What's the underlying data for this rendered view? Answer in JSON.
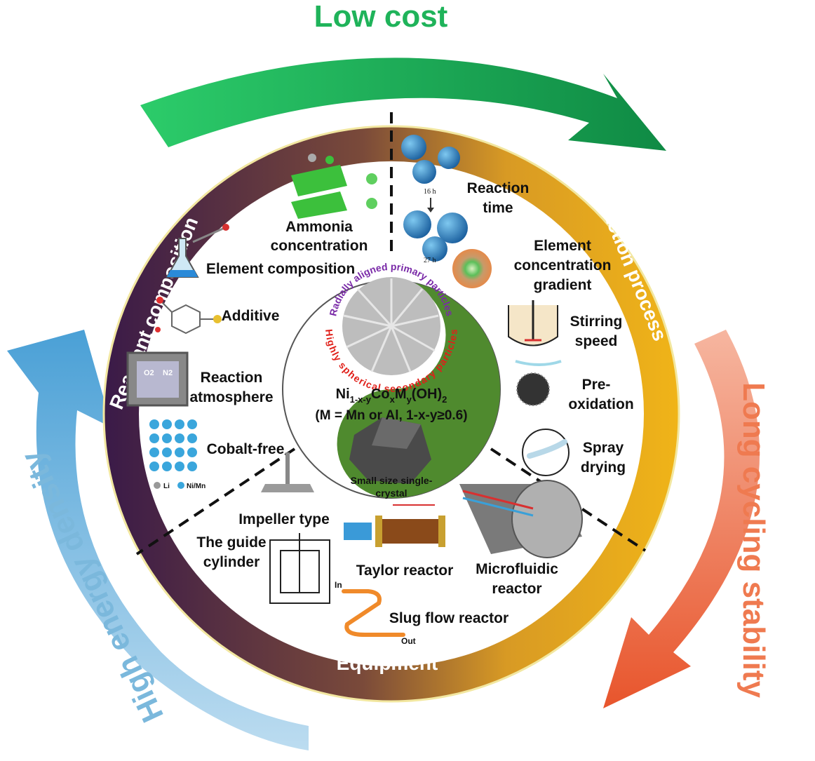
{
  "arrows": {
    "top": {
      "label": "Low cost",
      "color": "#1fb35a"
    },
    "right": {
      "label": "Long cycling stability",
      "color": "#ef7a50"
    },
    "left": {
      "label": "High energy density",
      "color": "#7bb8dc"
    }
  },
  "ring": {
    "reactant": {
      "label": "Reactant composition",
      "color": "#4a2250"
    },
    "process": {
      "label": "Reaction process",
      "color": "#e8a61c"
    },
    "equipment": {
      "label": "Equipment",
      "color": "#9a7a3a"
    }
  },
  "reactant_items": {
    "ammonia": [
      "Ammonia",
      "concentration"
    ],
    "element_composition": "Element composition",
    "additive": "Additive",
    "atmosphere": [
      "Reaction",
      "atmosphere"
    ],
    "cobalt_free": "Cobalt-free",
    "legend_li": "Li",
    "legend_nimn": "Ni/Mn",
    "o2": "O2",
    "n2": "N2"
  },
  "process_items": {
    "reaction_time": [
      "Reaction",
      "time"
    ],
    "time_16": "16 h",
    "time_27": "27 h",
    "gradient": [
      "Element",
      "concentration",
      "gradient"
    ],
    "stirring": [
      "Stirring",
      "speed"
    ],
    "preoxidation": [
      "Pre-",
      "oxidation"
    ],
    "spray": [
      "Spray",
      "drying"
    ]
  },
  "equipment_items": {
    "impeller": "Impeller type",
    "guide": [
      "The guide",
      "cylinder"
    ],
    "taylor": "Taylor reactor",
    "microfluidic": [
      "Microfluidic",
      "reactor"
    ],
    "slug": "Slug flow reactor",
    "slug_in": "In",
    "slug_out": "Out"
  },
  "center": {
    "arc_purple": "Radially aligned primary particles",
    "arc_red": "Highly spherical secondary particles",
    "formula_line1_parts": [
      "Ni",
      "1-x-y",
      "Co",
      "x",
      "M",
      "y",
      "(OH)",
      "2"
    ],
    "formula_line2": "(M = Mn or Al, 1-x-y≥0.6)",
    "single_crystal": [
      "Small size single-",
      "crystal"
    ],
    "green": "#4f8a2e"
  }
}
